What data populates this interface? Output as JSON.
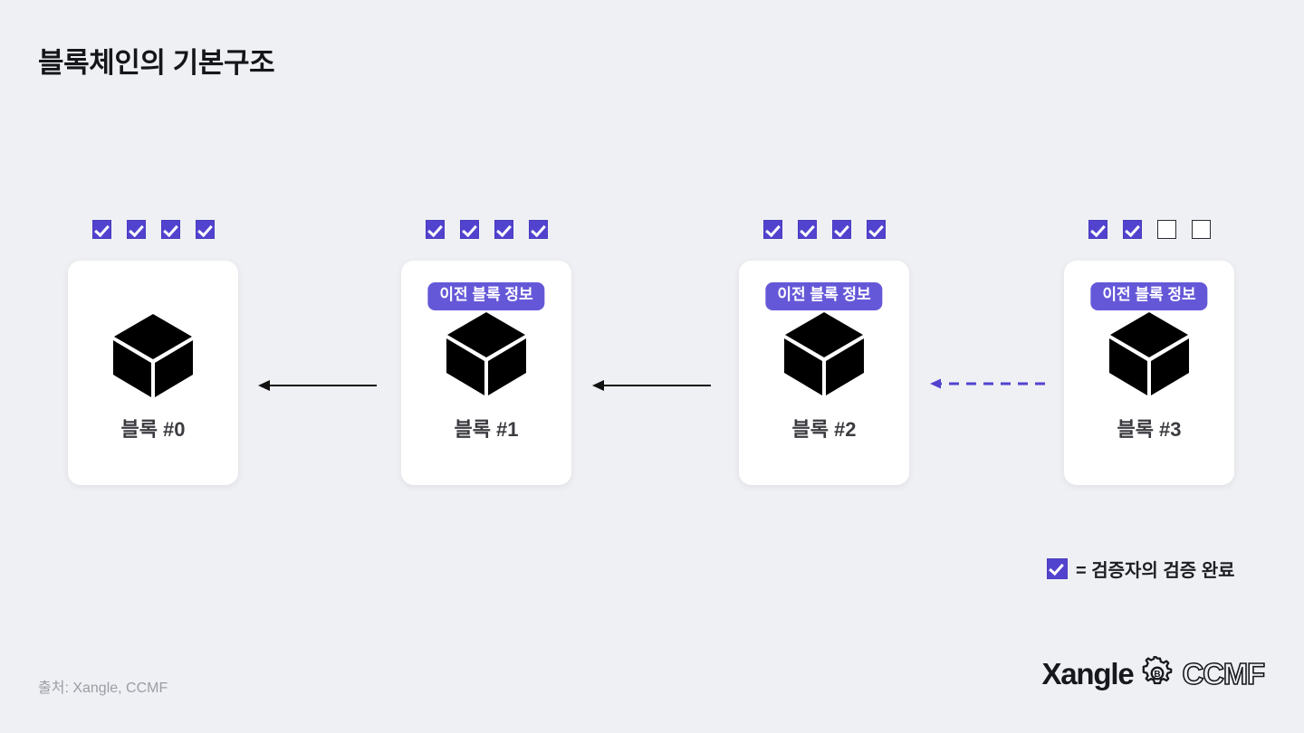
{
  "page": {
    "title": "블록체인의 기본구조",
    "background_color": "#eff0f4",
    "accent_color": "#5243cf",
    "badge_color": "#6558d8"
  },
  "diagram": {
    "blocks": [
      {
        "label": "블록 #0",
        "badge": null,
        "checks": [
          true,
          true,
          true,
          true
        ],
        "icon": "cube-icon"
      },
      {
        "label": "블록 #1",
        "badge": "이전 블록 정보",
        "checks": [
          true,
          true,
          true,
          true
        ],
        "icon": "cube-icon"
      },
      {
        "label": "블록 #2",
        "badge": "이전 블록 정보",
        "checks": [
          true,
          true,
          true,
          true
        ],
        "icon": "cube-icon"
      },
      {
        "label": "블록 #3",
        "badge": "이전 블록 정보",
        "checks": [
          true,
          true,
          false,
          false
        ],
        "icon": "cube-icon"
      }
    ],
    "arrows": [
      {
        "name": "arrow-block1-to-block0",
        "style": "solid",
        "color": "#111111",
        "direction": "left"
      },
      {
        "name": "arrow-block2-to-block1",
        "style": "solid",
        "color": "#111111",
        "direction": "left"
      },
      {
        "name": "arrow-block3-to-block2",
        "style": "dashed",
        "color": "#5243cf",
        "direction": "left"
      }
    ]
  },
  "legend": {
    "equals": "=",
    "text": "검증자의 검증 완료",
    "full_text": "= 검증자의 검증 완료"
  },
  "footer": {
    "source": "출처: Xangle, CCMF",
    "logo_primary": "Xangle",
    "logo_icon": "gear-b-icon",
    "logo_secondary": "CCMF"
  }
}
